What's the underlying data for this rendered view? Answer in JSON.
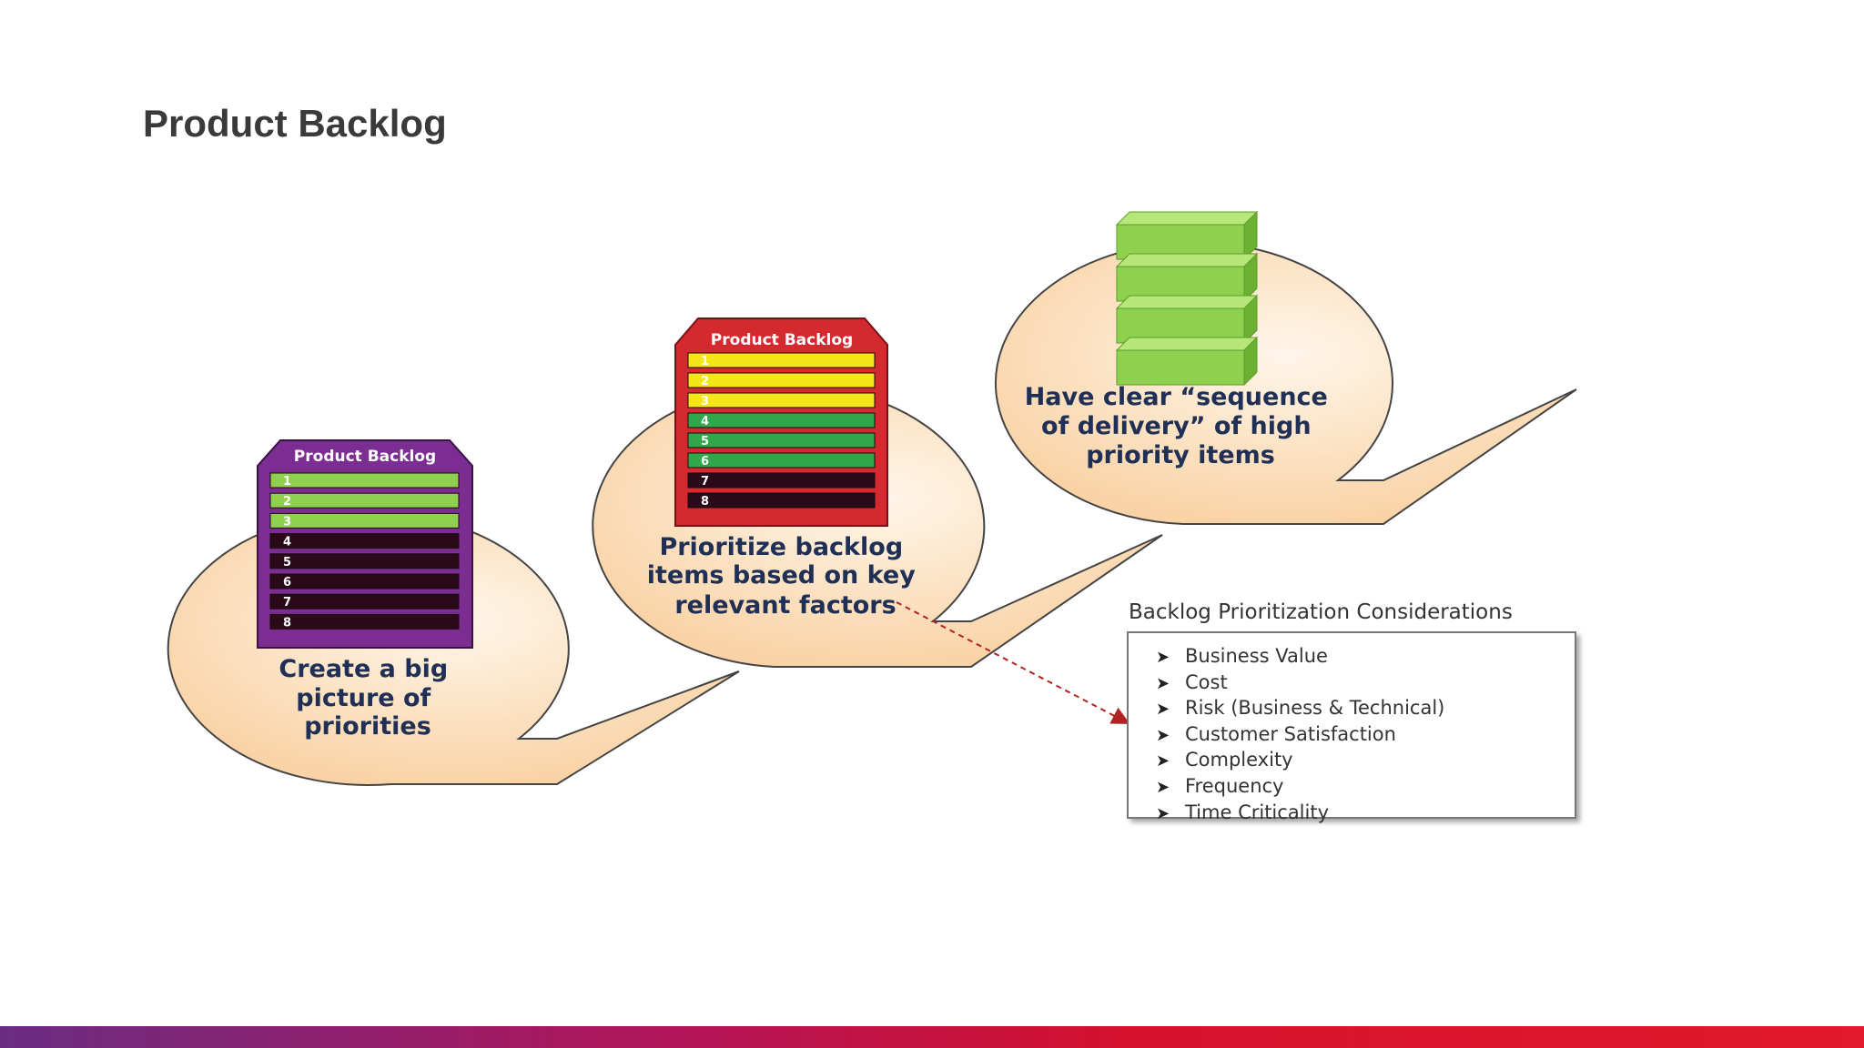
{
  "slide": {
    "title": "Product Backlog"
  },
  "bubbles": [
    {
      "label_lines": [
        "Create a big",
        "picture of",
        "priorities"
      ]
    },
    {
      "label_lines": [
        "Prioritize backlog",
        "items based on key",
        "relevant factors"
      ]
    },
    {
      "label_lines": [
        "Have clear “sequence",
        "of delivery” of high",
        "priority items"
      ]
    }
  ],
  "panels": [
    {
      "title": "Product Backlog",
      "frame_color": "#7b2d91",
      "rows": [
        {
          "num": "1",
          "color": "#8fd14f"
        },
        {
          "num": "2",
          "color": "#8fd14f"
        },
        {
          "num": "3",
          "color": "#8fd14f"
        },
        {
          "num": "4",
          "color": "#2a0a18"
        },
        {
          "num": "5",
          "color": "#2a0a18"
        },
        {
          "num": "6",
          "color": "#2a0a18"
        },
        {
          "num": "7",
          "color": "#2a0a18"
        },
        {
          "num": "8",
          "color": "#2a0a18"
        }
      ]
    },
    {
      "title": "Product Backlog",
      "frame_color": "#d42a2f",
      "rows": [
        {
          "num": "1",
          "color": "#f5e61a"
        },
        {
          "num": "2",
          "color": "#f5e61a"
        },
        {
          "num": "3",
          "color": "#f5e61a"
        },
        {
          "num": "4",
          "color": "#2ea84a"
        },
        {
          "num": "5",
          "color": "#2ea84a"
        },
        {
          "num": "6",
          "color": "#2ea84a"
        },
        {
          "num": "7",
          "color": "#2a0a18"
        },
        {
          "num": "8",
          "color": "#2a0a18"
        }
      ]
    }
  ],
  "stack": {
    "color": "#8fd14f",
    "blocks": 4
  },
  "considerations": {
    "title": "Backlog Prioritization Considerations",
    "items": [
      "Business Value",
      "Cost",
      "Risk (Business & Technical)",
      "Customer Satisfaction",
      "Complexity",
      "Frequency",
      "Time Criticality"
    ]
  },
  "colors": {
    "bubble_fill": "#fde3c4",
    "bubble_outline": "#444444",
    "arrow": "#b22222",
    "bar_start": "#6a2c82",
    "bar_end": "#e2192a"
  }
}
